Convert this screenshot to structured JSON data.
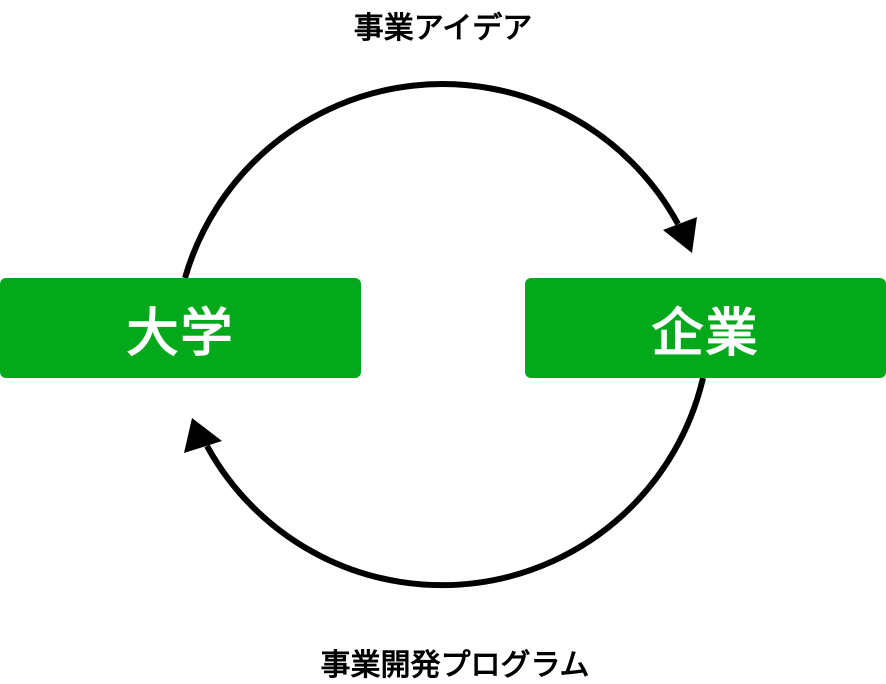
{
  "top_label": "事業アイデア",
  "bottom_label": "事業開発プログラム",
  "left_box": "大学",
  "right_box": "企業",
  "colors": {
    "box": "#03a91b",
    "arrow": "#000000",
    "text": "#ffffff"
  }
}
